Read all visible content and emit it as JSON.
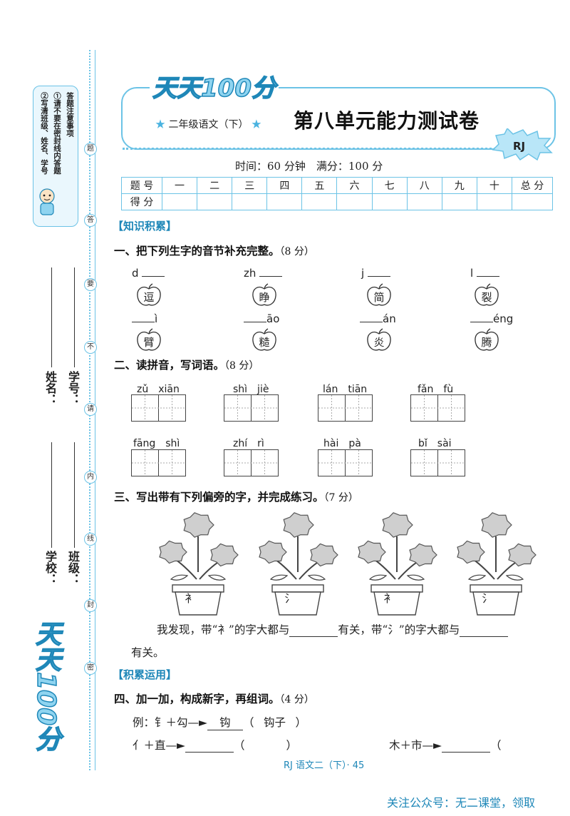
{
  "brand": "天天100分",
  "notice": {
    "title": "答题注意事项",
    "item1": "①请不要在密封线内答题",
    "item2": "②写清班级、姓名、学号"
  },
  "seal_chars": [
    "题",
    "答",
    "要",
    "不",
    "请",
    "内",
    "线",
    "封",
    "密"
  ],
  "student_fields": {
    "name": "姓名：",
    "id": "学号：",
    "school": "学校：",
    "class": "班级："
  },
  "header": {
    "grade": "二年级语文（下）",
    "title": "第八单元能力测试卷",
    "badge": "RJ"
  },
  "time_info": "时间：60 分钟　满分：100 分",
  "score_table": {
    "row1": [
      "题 号",
      "一",
      "二",
      "三",
      "四",
      "五",
      "六",
      "七",
      "八",
      "九",
      "十",
      "总 分"
    ],
    "row2_label": "得 分"
  },
  "sections": {
    "knowledge": "【知识积累】",
    "application": "【积累运用】"
  },
  "q1": {
    "head": "一、把下列生字的音节补充完整。",
    "points": "（8 分）",
    "items": [
      {
        "pinyin": "d",
        "char": "逗"
      },
      {
        "pinyin": "zh",
        "char": "睁"
      },
      {
        "pinyin": "j",
        "char": "简"
      },
      {
        "pinyin": "l",
        "char": "裂"
      },
      {
        "pinyin": "ì",
        "char": "臂"
      },
      {
        "pinyin": "āo",
        "char": "糙"
      },
      {
        "pinyin": "án",
        "char": "炎"
      },
      {
        "pinyin": "éng",
        "char": "腾"
      }
    ]
  },
  "q2": {
    "head": "二、读拼音，写词语。",
    "points": "（8 分）",
    "items": [
      "zǔ　xiān",
      "shì　jiè",
      "lán　tiān",
      "fǎn　fù",
      "fāng　shì",
      "zhí　rì",
      "hài　pà",
      "bǐ　sài"
    ]
  },
  "q3": {
    "head": "三、写出带有下列偏旁的字，并完成练习。",
    "points": "（7 分）",
    "pots": [
      "衤",
      "氵",
      "衤",
      "氵"
    ],
    "sentence_a": "我发现，带“衤”的字大都与",
    "sentence_b": "有关，带“氵”的字大都与",
    "sentence_c": "有关。"
  },
  "q4": {
    "head": "四、加一加，构成新字，再组词。",
    "points": "（4 分）",
    "example_prefix": "例：钅＋勾",
    "example_char": "钩",
    "example_word": "钩子",
    "item1": "亻＋直",
    "item2": "木＋市"
  },
  "footer": "RJ 语文二（下）· 45",
  "watermark": "关注公众号：无二课堂，领取"
}
